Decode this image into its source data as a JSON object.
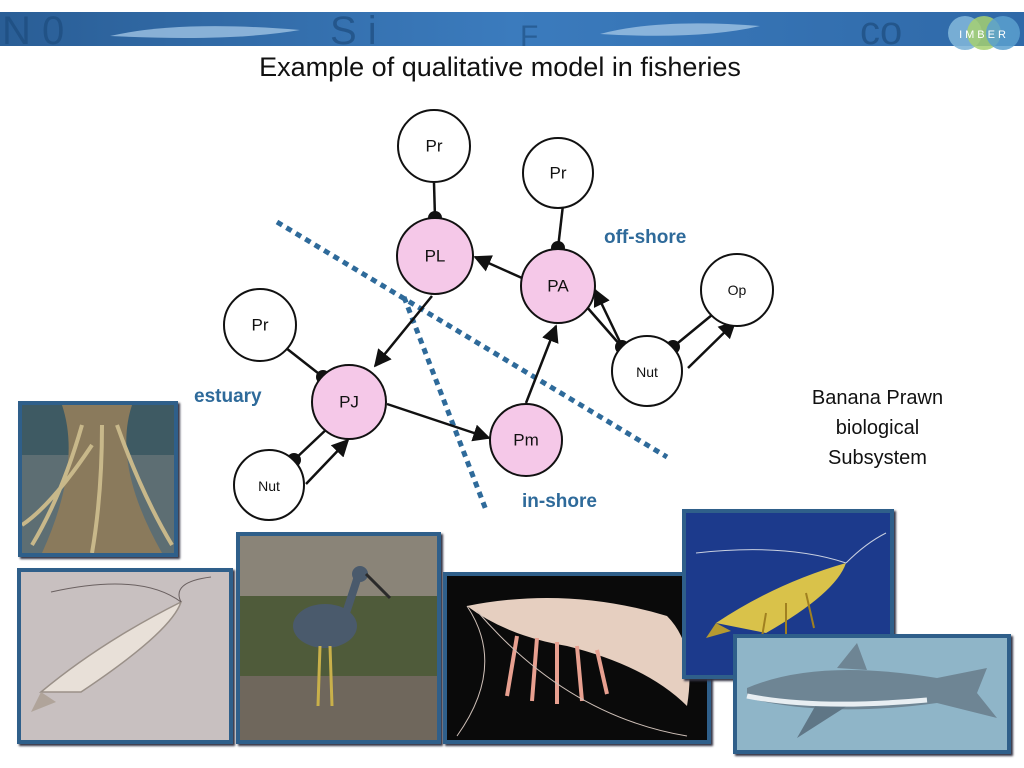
{
  "slide": {
    "title": "Example of qualitative model in fisheries",
    "logo_text": "IMBER"
  },
  "diagram": {
    "nodes": {
      "pr_top": "Pr",
      "pr_right": "Pr",
      "pr_left": "Pr",
      "pl": "PL",
      "pa": "PA",
      "op": "Op",
      "nut_right": "Nut",
      "pj": "PJ",
      "pm": "Pm",
      "nut_left": "Nut"
    },
    "regions": {
      "off_shore": "off-shore",
      "estuary": "estuary",
      "in_shore": "in-shore"
    },
    "subsystem_lines": [
      "Banana Prawn",
      "biological",
      "Subsystem"
    ]
  },
  "colors": {
    "prawn_node": "#f5c8e8",
    "plain_node": "#ffffff",
    "divider": "#2e6a9a",
    "region_text": "#2e6a9a",
    "photo_frame": "#2f5f8a"
  }
}
